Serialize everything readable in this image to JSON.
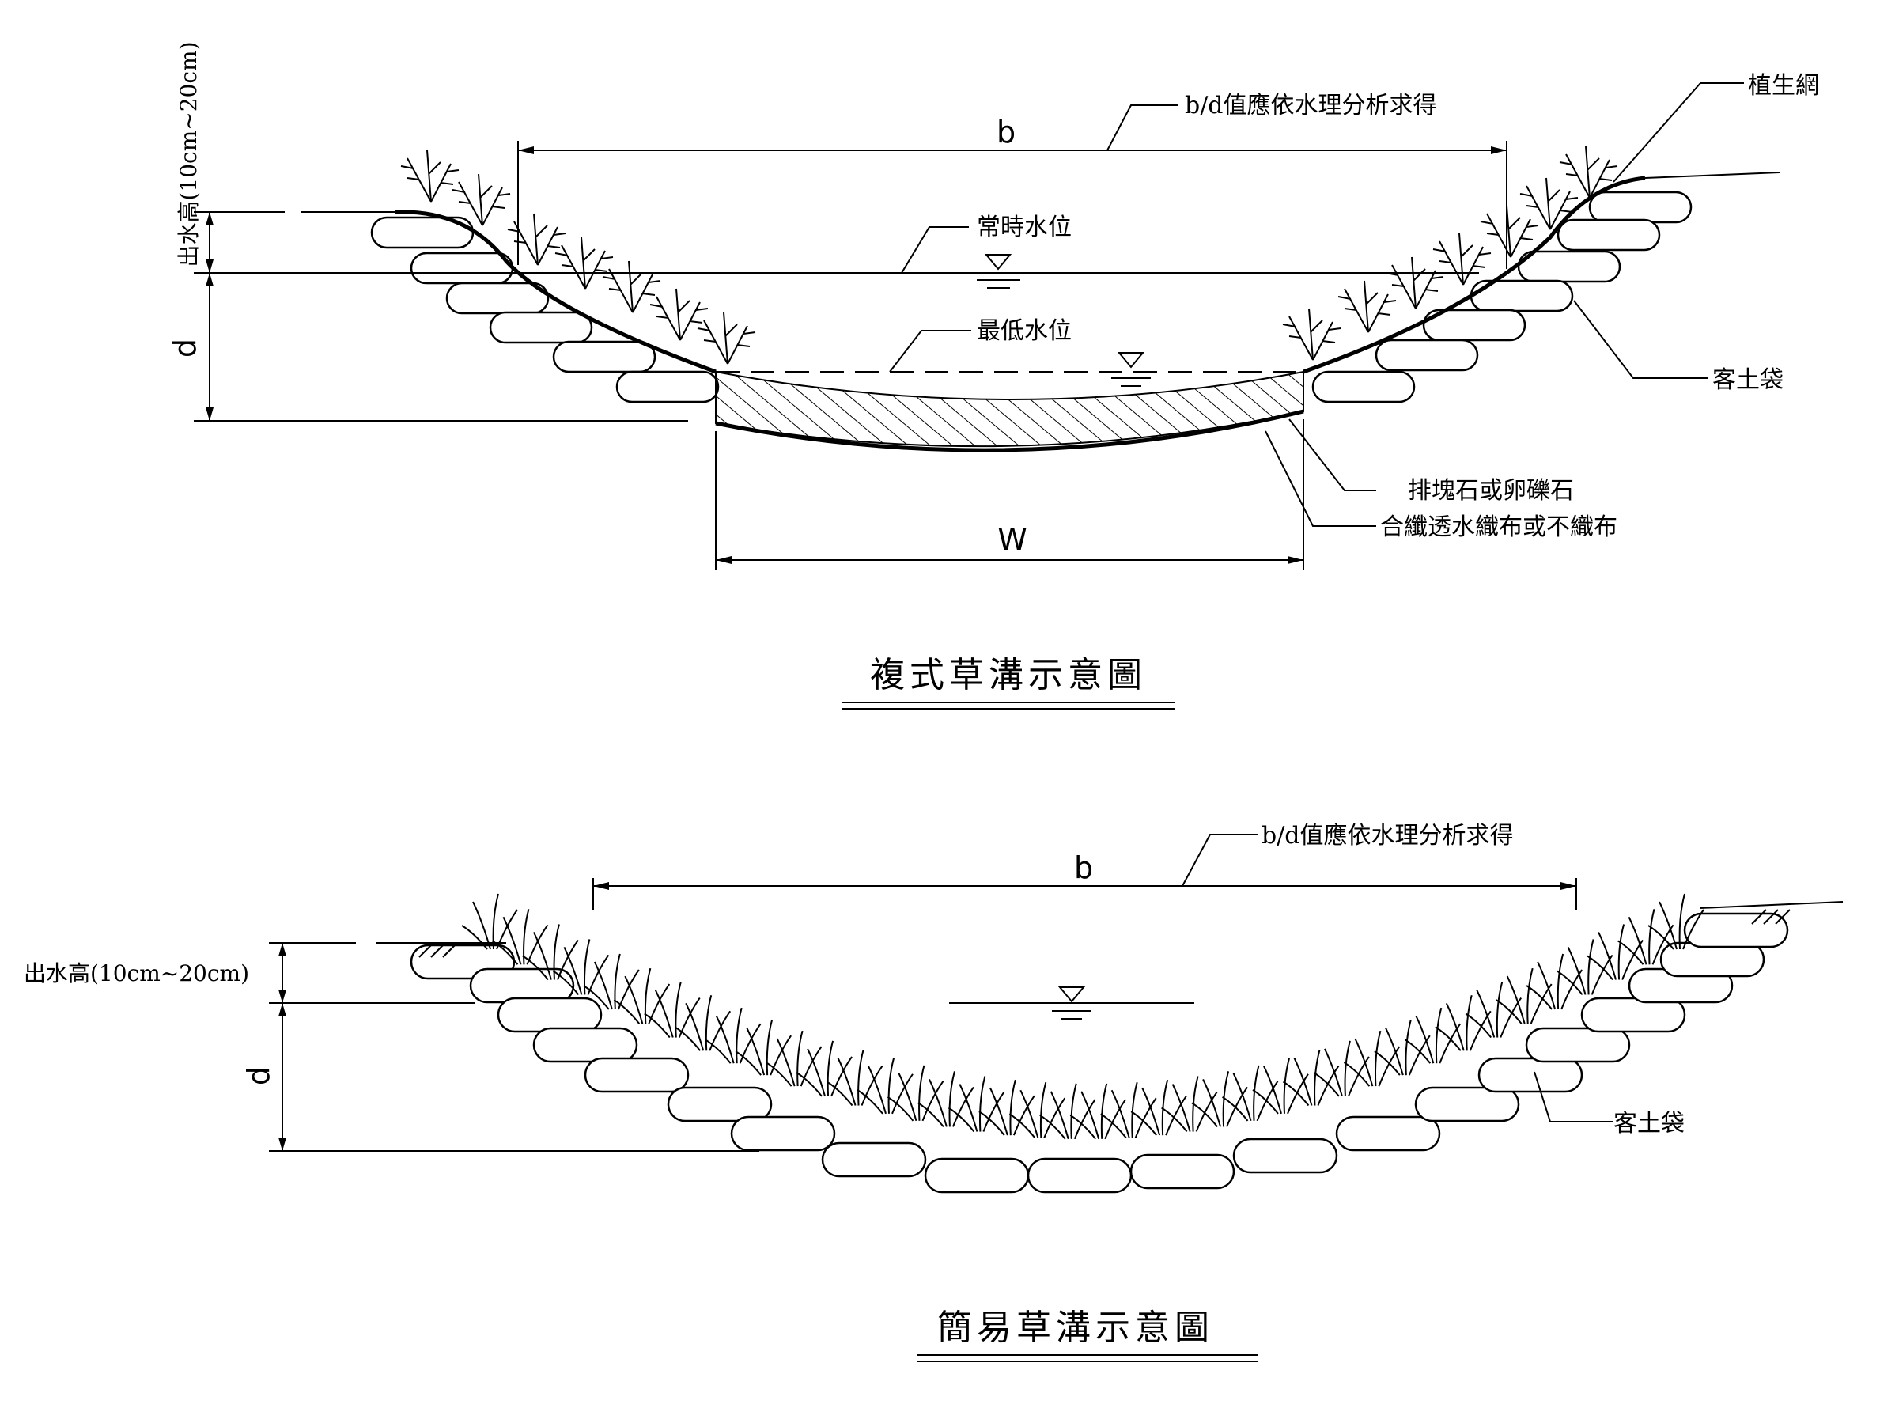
{
  "compound": {
    "title": "複式草溝示意圖",
    "bd_note": "b/d值應依水理分析求得",
    "b_label": "b",
    "w_label": "W",
    "d_label": "d",
    "freeboard_label": "出水高(10cm~20cm)",
    "normal_water_level": "常時水位",
    "lowest_water_level": "最低水位",
    "vegetation_net": "植生網",
    "soil_bag": "客土袋",
    "riprap": "排塊石或卵礫石",
    "geotextile": "合纖透水織布或不織布"
  },
  "simple": {
    "title": "簡易草溝示意圖",
    "bd_note": "b/d值應依水理分析求得",
    "b_label": "b",
    "d_label": "d",
    "freeboard_label": "出水高(10cm~20cm)",
    "soil_bag": "客土袋"
  }
}
